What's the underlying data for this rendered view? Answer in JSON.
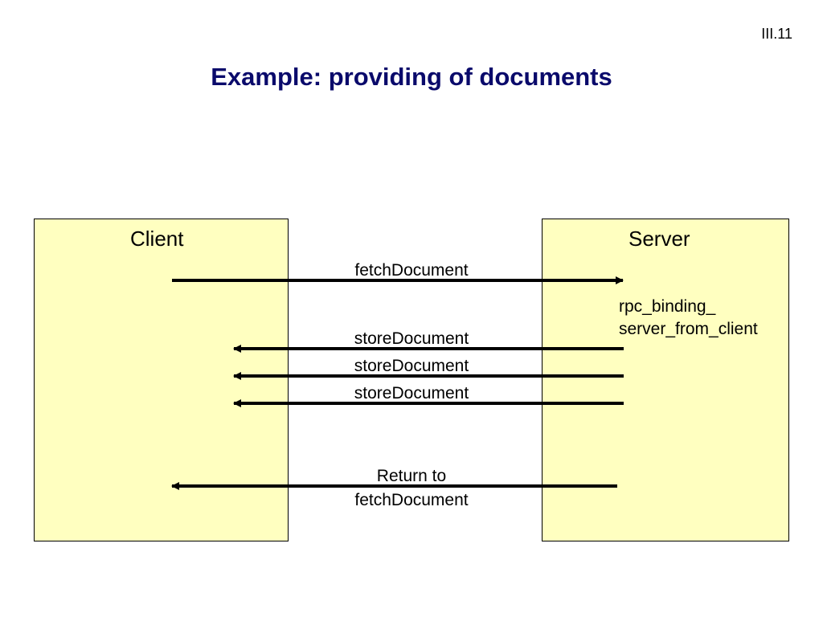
{
  "slide": {
    "number": "III.11",
    "title": "Example: providing of documents"
  },
  "diagram": {
    "client_label": "Client",
    "server_label": "Server",
    "server_note_line1": "rpc_binding_",
    "server_note_line2": "server_from_client",
    "messages": [
      {
        "label": "fetchDocument",
        "direction": "client-to-server"
      },
      {
        "label": "storeDocument",
        "direction": "server-to-client"
      },
      {
        "label": "storeDocument",
        "direction": "server-to-client"
      },
      {
        "label": "storeDocument",
        "direction": "server-to-client"
      },
      {
        "label_line1": "Return to",
        "label_line2": "fetchDocument",
        "direction": "server-to-client"
      }
    ],
    "colors": {
      "box_fill": "#ffffc0",
      "title": "#0a0a6b",
      "arrow": "#000000"
    }
  }
}
